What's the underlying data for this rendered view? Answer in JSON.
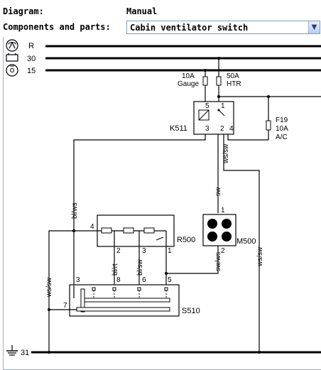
{
  "header": {
    "diagram_label": "Diagram:",
    "diagram_value": "Manual",
    "parts_label": "Components and parts:",
    "parts_selected": "Cabin ventilator switch"
  },
  "icons": {
    "rail_r": "radio-icon",
    "rail_30": "battery-icon",
    "rail_15": "ignition-key-icon",
    "ground": "ground-icon",
    "dropdown": "chevron-down-icon"
  },
  "rails": {
    "r": "R",
    "r30": "30",
    "r15": "15",
    "r31": "31"
  },
  "fuses": {
    "gauge_rating": "10A",
    "gauge_label": "Gauge",
    "htr_rating": "50A",
    "htr_label": "HTR",
    "f19_id": "F19",
    "f19_rating": "10A",
    "f19_label": "A/C"
  },
  "components": {
    "k511": "K511",
    "r500": "R500",
    "m500": "M500",
    "s510": "S510"
  },
  "pins": {
    "k5": "5",
    "k1": "1",
    "k3": "3",
    "k2": "2",
    "k4": "4",
    "r4": "4",
    "r2": "2",
    "r3": "3",
    "r1": "1",
    "m1": "1",
    "m2": "2",
    "s3": "3",
    "s8": "8",
    "s6": "6",
    "s5": "5",
    "s7": "7"
  },
  "wires": {
    "bl_ws": "bl/ws",
    "ws_sw_k": "ws/sw",
    "sw_m": "sw",
    "ws_sw_right": "ws/sw",
    "ws_sw_left": "ws/sw",
    "bl_rt": "bl/rt",
    "bl_sw": "bl/sw",
    "sw_ws": "sw/ws"
  },
  "colors": {
    "select_border": "#7f9db9",
    "frame": "#9bb0c8"
  }
}
